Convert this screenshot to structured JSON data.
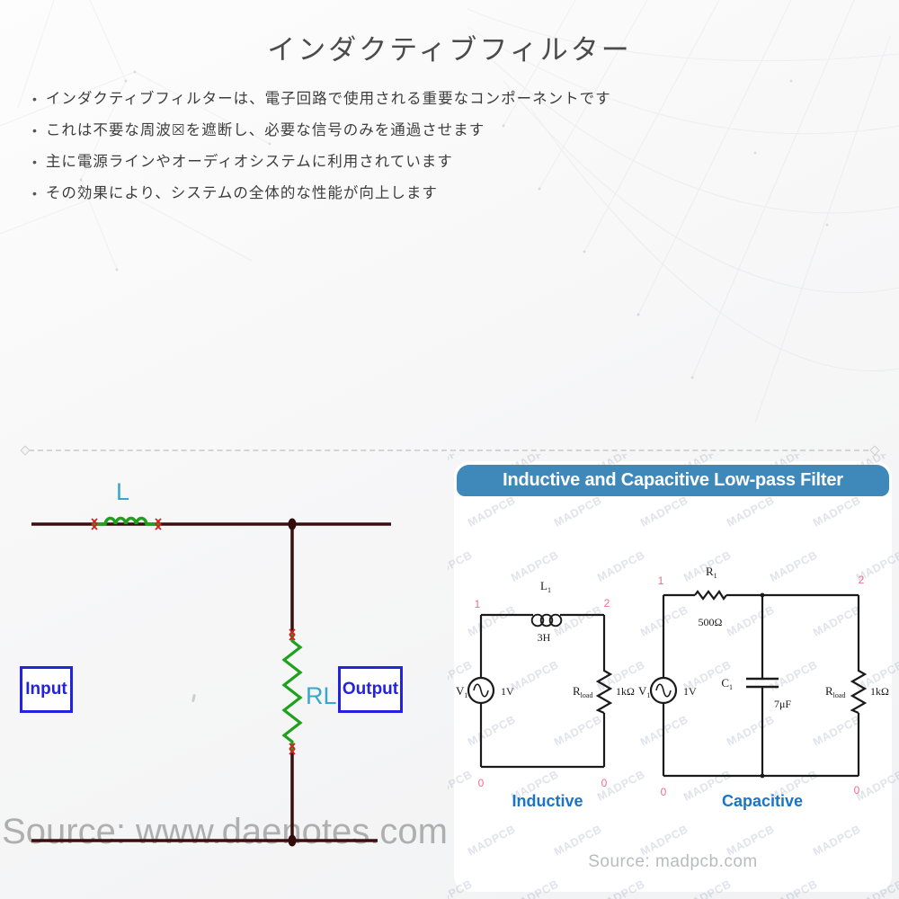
{
  "slide": {
    "title": "インダクティブフィルター",
    "bullets": [
      "インダクティブフィルターは、電子回路で使用される重要なコンポーネントです",
      "これは不要な周波☒を遮断し、必要な信号のみを通過させます",
      "主に電源ラインやオーディオシステムに利用されています",
      "その効果により、システムの全体的な性能が向上します"
    ]
  },
  "left_diagram": {
    "inductor_label": "L",
    "load_label": "RL",
    "input_label": "Input",
    "output_label": "Output",
    "watermark": "Source: www.daenotes.com"
  },
  "right_panel": {
    "header": "Inductive and Capacitive Low-pass Filter",
    "watermark": "MADPCB",
    "source": "Source: madpcb.com",
    "inductive": {
      "caption": "Inductive",
      "node_top_left": "1",
      "node_top_right": "2",
      "node_bot_left": "0",
      "node_bot_right": "0",
      "inductor": {
        "main": "L",
        "sub": "1"
      },
      "inductor_value": "3H",
      "source_label": {
        "main": "V",
        "sub": "1"
      },
      "source_value": "1V",
      "load": {
        "main": "R",
        "sub": "load"
      },
      "load_value": "1kΩ"
    },
    "capacitive": {
      "caption": "Capacitive",
      "node_top_left": "1",
      "node_top_right": "2",
      "node_bot_left": "0",
      "node_bot_right": "0",
      "resistor": {
        "main": "R",
        "sub": "1"
      },
      "resistor_value": "500Ω",
      "capacitor": {
        "main": "C",
        "sub": "1"
      },
      "capacitor_value": "7μF",
      "source_label": {
        "main": "V",
        "sub": "1"
      },
      "source_value": "1V",
      "load": {
        "main": "R",
        "sub": "load"
      },
      "load_value": "1kΩ"
    }
  },
  "colors": {
    "header_blue": "#3E88BA",
    "caption_blue": "#1B74C5",
    "node_pink": "#F26D8D",
    "wire_maroon": "#3B0E0E",
    "component_green": "#1EA21E",
    "label_teal": "#3BA6C9",
    "io_blue": "#2323DD",
    "circuit_black": "#1A1A1A"
  }
}
